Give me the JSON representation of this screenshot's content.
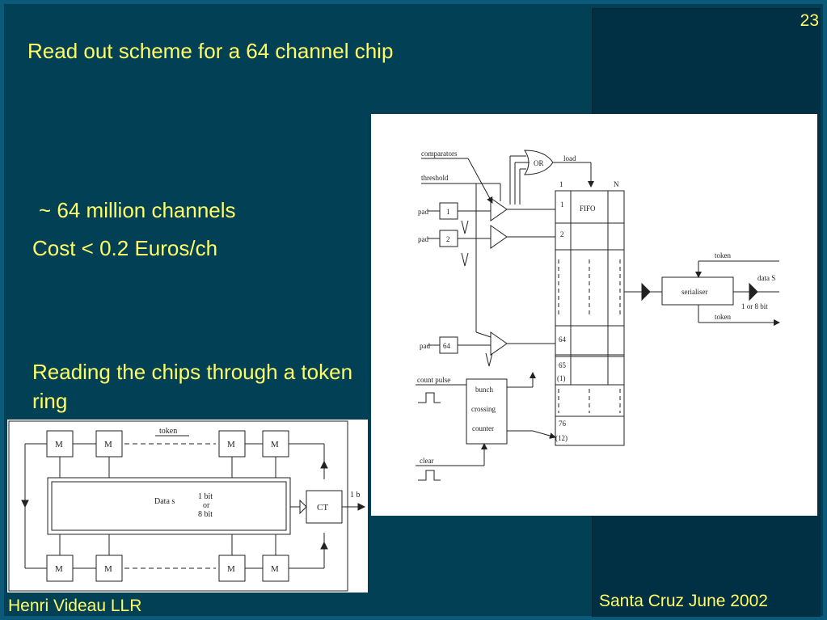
{
  "slide": {
    "title": "Read out scheme for a 64 channel chip",
    "number": "23",
    "bullets": [
      "~ 64 million channels",
      "Cost < 0.2 Euros/ch"
    ],
    "text_block": "Reading the chips through a token ring",
    "footer_left": "Henri Videau  LLR",
    "footer_right": "Santa Cruz June 2002",
    "colors": {
      "background": "#024056",
      "text": "#ffff66",
      "frame": "#0b5a7a"
    }
  },
  "readout_diagram": {
    "comparators": "comparators",
    "threshold": "threshold",
    "or_gate": "OR",
    "load": "load",
    "pad": "pad",
    "pad_numbers": [
      "1",
      "2",
      "64"
    ],
    "col_1": "1",
    "col_n": "N",
    "fifo": "FIFO",
    "rows": [
      "1",
      "2",
      "64",
      "65",
      "(1)",
      "76",
      "(12)"
    ],
    "count_pulse": "count pulse",
    "bunch_counter": [
      "bunch",
      "crossing",
      "counter"
    ],
    "clear": "clear",
    "serialiser": "serialiser",
    "token_in": "token",
    "token_out": "token",
    "data_s": "data S",
    "bits": "1 or 8 bit"
  },
  "ring_diagram": {
    "module": "M",
    "token": "token",
    "data": "Data s",
    "bits": [
      "1 bit",
      "or",
      "8 bit"
    ],
    "ct": "CT",
    "out": "1 b"
  }
}
